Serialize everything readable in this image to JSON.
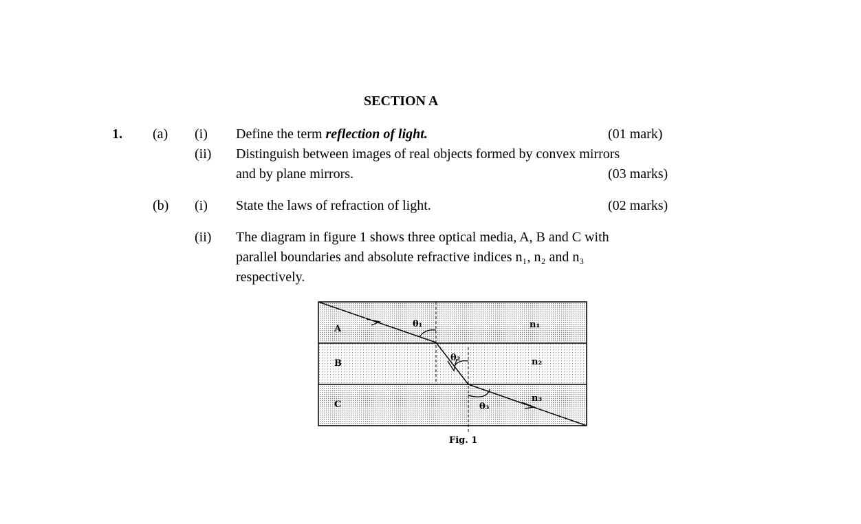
{
  "section_title": "SECTION A",
  "question_number": "1.",
  "part_a": {
    "label": "(a)",
    "i": {
      "label": "(i)",
      "text": "Define the term ",
      "emphasis": "reflection of light.",
      "marks": "(01 mark)"
    },
    "ii": {
      "label": "(ii)",
      "line1": "Distinguish between images of real objects formed by convex mirrors",
      "line2": "and by plane mirrors.",
      "marks": "(03 marks)"
    }
  },
  "part_b": {
    "label": "(b)",
    "i": {
      "label": "(i)",
      "text": "State the laws of refraction of light.",
      "marks": "(02 marks)"
    },
    "ii": {
      "label": "(ii)",
      "line1": "The diagram in figure 1 shows three optical media, A, B and C with",
      "line2": "parallel boundaries and absolute refractive indices n₁, n₂ and n₃",
      "line3": "respectively."
    }
  },
  "figure": {
    "caption": "Fig. 1",
    "media": [
      "A",
      "B",
      "C"
    ],
    "indices": [
      "n₁",
      "n₂",
      "n₃"
    ],
    "angles": [
      "θ₁",
      "θ₂",
      "θ₃"
    ]
  }
}
